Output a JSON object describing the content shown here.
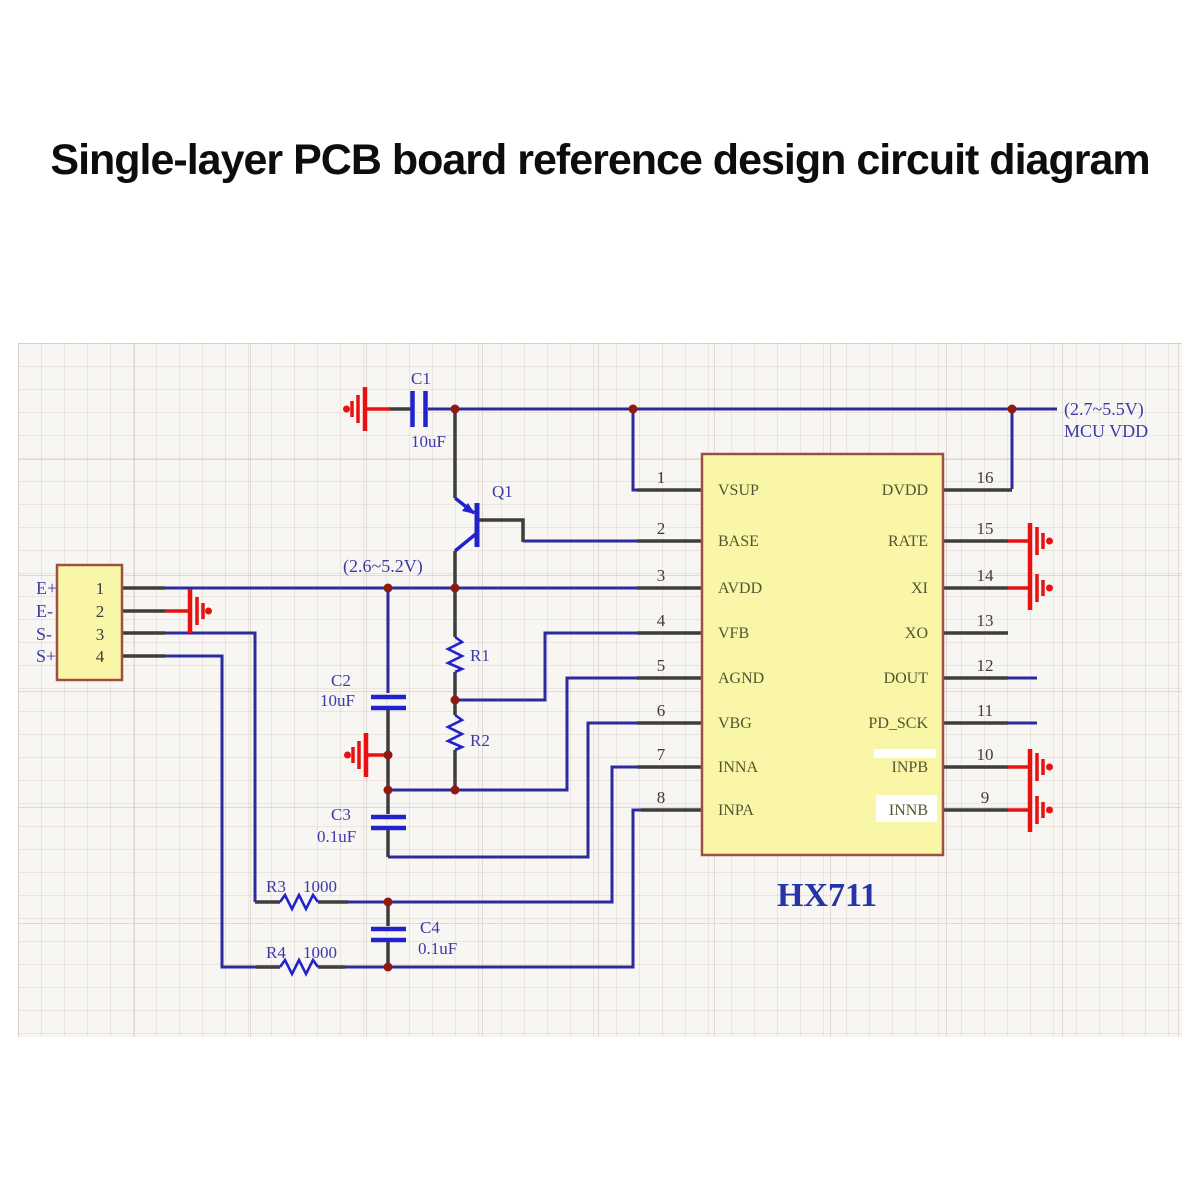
{
  "title": "Single-layer PCB board reference design circuit diagram",
  "chip": {
    "name": "HX711",
    "left_pins": [
      {
        "num": "1",
        "label": "VSUP"
      },
      {
        "num": "2",
        "label": "BASE"
      },
      {
        "num": "3",
        "label": "AVDD"
      },
      {
        "num": "4",
        "label": "VFB"
      },
      {
        "num": "5",
        "label": "AGND"
      },
      {
        "num": "6",
        "label": "VBG"
      },
      {
        "num": "7",
        "label": "INNA"
      },
      {
        "num": "8",
        "label": "INPA"
      }
    ],
    "right_pins": [
      {
        "num": "16",
        "label": "DVDD"
      },
      {
        "num": "15",
        "label": "RATE"
      },
      {
        "num": "14",
        "label": "XI"
      },
      {
        "num": "13",
        "label": "XO"
      },
      {
        "num": "12",
        "label": "DOUT"
      },
      {
        "num": "11",
        "label": "PD_SCK"
      },
      {
        "num": "10",
        "label": "INPB"
      },
      {
        "num": "9",
        "label": "INNB"
      }
    ]
  },
  "connector": {
    "pins": [
      {
        "num": "1",
        "label": "E+"
      },
      {
        "num": "2",
        "label": "E-"
      },
      {
        "num": "3",
        "label": "S-"
      },
      {
        "num": "4",
        "label": "S+"
      }
    ]
  },
  "components": {
    "c1": {
      "ref": "C1",
      "value": "10uF"
    },
    "c2": {
      "ref": "C2",
      "value": "10uF"
    },
    "c3": {
      "ref": "C3",
      "value": "0.1uF"
    },
    "c4": {
      "ref": "C4",
      "value": "0.1uF"
    },
    "r1": {
      "ref": "R1"
    },
    "r2": {
      "ref": "R2"
    },
    "r3": {
      "ref": "R3",
      "value": "1000"
    },
    "r4": {
      "ref": "R4",
      "value": "1000"
    },
    "q1": {
      "ref": "Q1"
    }
  },
  "net_labels": {
    "mcu_range": "(2.7~5.5V)",
    "mcu_vdd": "MCU VDD",
    "avdd_range": "(2.6~5.2V)"
  },
  "colors": {
    "wire_blue": "#2b2b9e",
    "lead_dark": "#3d3d3d",
    "ground_red": "#e81111",
    "junction_dot": "#8e1a10",
    "component_blue": "#2222cc",
    "chip_fill": "#f9f6a8",
    "chip_border": "#9e4f43",
    "label_blue": "#3a3aa8",
    "chip_text": "#54542f",
    "title_black": "#0d0d0d"
  }
}
